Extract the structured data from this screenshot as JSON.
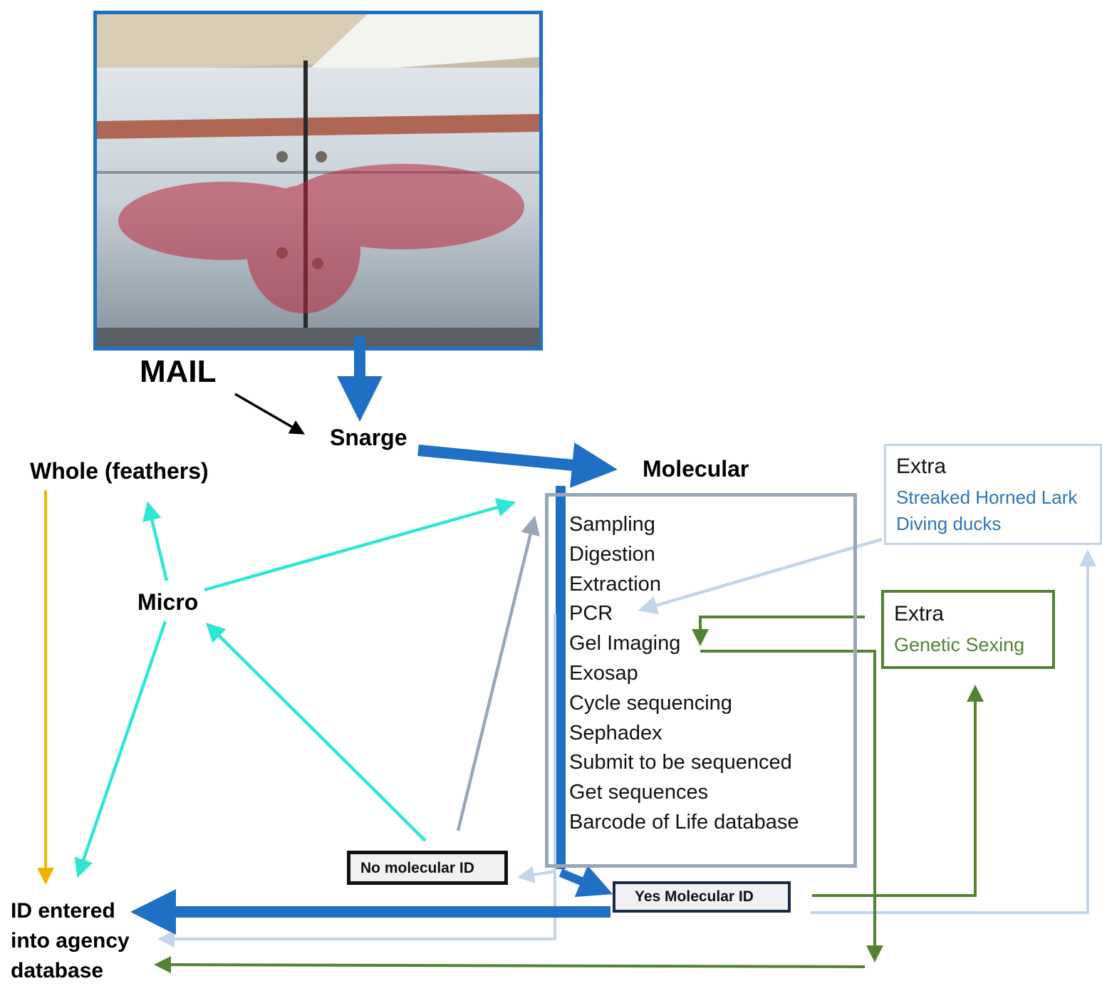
{
  "photo": {
    "description_icon": "bloody-pipe-photo"
  },
  "labels": {
    "mail": "MAIL",
    "snarge": "Snarge",
    "molecular": "Molecular",
    "whole": "Whole (feathers)",
    "micro": "Micro",
    "id_entered": [
      "ID entered",
      "into agency",
      "database"
    ]
  },
  "molecular_steps": [
    "Sampling",
    "Digestion",
    "Extraction",
    "PCR",
    "Gel Imaging",
    "Exosap",
    "Cycle sequencing",
    "Sephadex",
    "Submit to be sequenced",
    "Get sequences",
    "Barcode of Life database"
  ],
  "extra_blue": {
    "title": "Extra",
    "items": [
      "Streaked Horned Lark",
      "Diving ducks"
    ]
  },
  "extra_green": {
    "title": "Extra",
    "items": [
      "Genetic Sexing"
    ]
  },
  "results": {
    "no": "No molecular ID",
    "yes": "Yes Molecular ID"
  },
  "colors": {
    "blue_dark": "#1f6fc4",
    "cyan": "#2ee6d6",
    "orange": "#f0b400",
    "gray_blue": "#9aa6b8",
    "light_blue": "#c3d5ea",
    "green": "#548235",
    "extra_blue_text": "#2e75b6"
  }
}
